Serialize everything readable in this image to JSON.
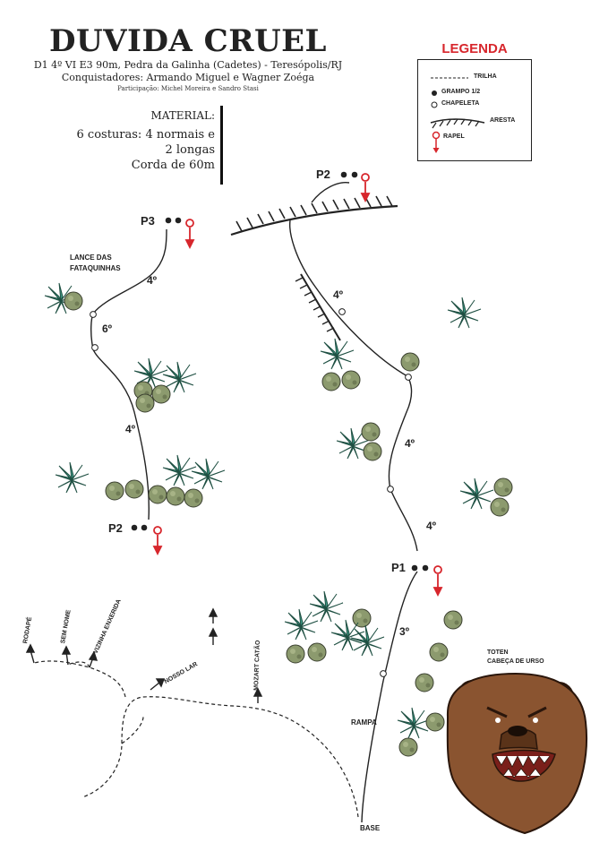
{
  "header": {
    "title": "DUVIDA CRUEL",
    "subtitle": "D1 4º VI E3 90m, Pedra da Galinha (Cadetes) - Teresópolis/RJ",
    "conquerors": "Conquistadores: Armando Miguel e Wagner Zoéga",
    "participation": "Participação: Michel Moreira e Sandro Stasi"
  },
  "material": {
    "title": "MATERIAL:",
    "lines": [
      "6 costuras: 4 normais e",
      "2 longas",
      "Corda de 60m"
    ]
  },
  "legend": {
    "title": "LEGENDA",
    "items": [
      {
        "icon": "dashed-line-icon",
        "label": "TRILHA"
      },
      {
        "icon": "filled-dot-icon",
        "label": "GRAMPO 1/2"
      },
      {
        "icon": "hollow-dot-icon",
        "label": "CHAPELETA"
      },
      {
        "icon": "arete-icon",
        "label": "ARESTA"
      },
      {
        "icon": "rappel-icon",
        "label": "RAPEL"
      }
    ],
    "title_color": "#d7262c"
  },
  "route": {
    "belays": [
      "P1",
      "P2",
      "P2",
      "P3"
    ],
    "grades": [
      "3º",
      "4º",
      "4º",
      "4º",
      "4º",
      "6º",
      "4º"
    ],
    "labels": {
      "rampa": "RAMPA",
      "base": "BASE",
      "lance": [
        "LANCE DAS",
        "FATAQUINHAS"
      ],
      "toten": [
        "TOTEN",
        "CABEÇA DE URSO"
      ]
    },
    "neighbor_routes": [
      "RODAPÉ",
      "SEM NOME",
      "VIZINHA ENXERIDA",
      "NOSSO LAR",
      "MOZART CATÃO"
    ],
    "accent_color": "#d7262c"
  }
}
